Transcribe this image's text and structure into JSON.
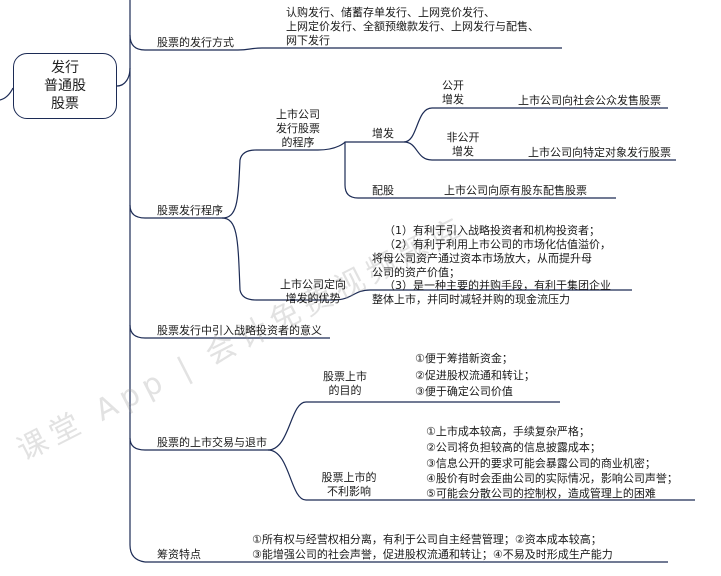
{
  "root": {
    "label": "发行\n普通股\n股票"
  },
  "branches": [
    {
      "label": "股票的发行方式",
      "detail": [
        "认购发行、储蓄存单发行、上网竞价发行、",
        "上网定价发行、全额预缴款发行、上网发行与配售、",
        "网下发行"
      ]
    },
    {
      "label": "股票发行程序",
      "sub_label": [
        "上市公司",
        "发行股票",
        "的程序"
      ],
      "zengfa": "增发",
      "gongkai": [
        "公开",
        "增发"
      ],
      "gongkai_desc": "上市公司向社会公众发售股票",
      "feigongkai": [
        "非公开",
        "增发"
      ],
      "feigongkai_desc": "上市公司向特定对象发行股票",
      "peigu": "配股",
      "peigu_desc": "上市公司向原有股东配售股票",
      "advantage_label": [
        "上市公司定向",
        "增发的优势"
      ],
      "advantages": [
        "（1）有利于引入战略投资者和机构投资者；",
        "（2）有利于利用上市公司的市场化估值溢价，",
        "将母公司资产通过资本市场放大，从而提升母",
        "公司的资产价值；",
        "（3）是一种主要的并购手段，有利于集团企业",
        "整体上市，并同时减轻并购的现金流压力"
      ]
    },
    {
      "label": "股票发行中引入战略投资者的意义"
    },
    {
      "label": "股票的上市交易与退市",
      "purpose_label": [
        "股票上市",
        "的目的"
      ],
      "purposes": [
        "①便于筹措新资金；",
        "②促进股权流通和转让；",
        "③便于确定公司价值"
      ],
      "downside_label": [
        "股票上市的",
        "不利影响"
      ],
      "downsides": [
        "①上市成本较高，手续复杂严格；",
        "②公司将负担较高的信息披露成本；",
        "③信息公开的要求可能会暴露公司的商业机密；",
        "④股价有时会歪曲公司的实际情况，影响公司声誉；",
        "⑤可能会分散公司的控制权，造成管理上的困难"
      ]
    },
    {
      "label": "筹资特点",
      "detail": [
        "①所有权与经营权相分离，有利于公司自主经营管理；②资本成本较高；",
        "③能增强公司的社会声誉，促进股权流通和转让；④不易及时形成生产能力"
      ]
    }
  ],
  "watermark": "课堂 App | 会计免费视频题库",
  "colors": {
    "line": "#1c2b55",
    "watermark": "#969696"
  }
}
